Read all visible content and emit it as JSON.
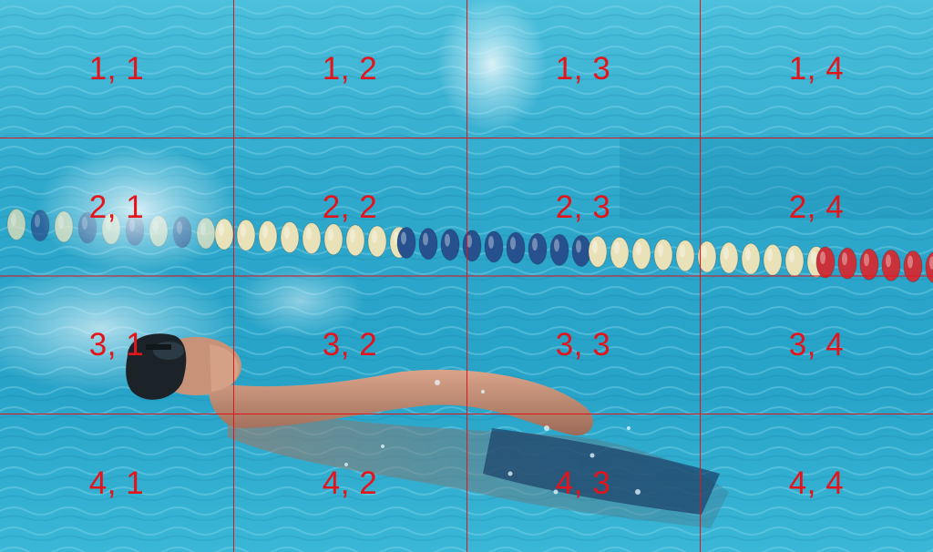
{
  "image": {
    "scene": "swimmer-backstroke-in-pool",
    "colors": {
      "water_light": "#6fd0e6",
      "water_mid": "#2fa9cc",
      "water_deep": "#137fa6",
      "grid_line": "#e0141b",
      "label": "#e4141b",
      "lane_rope_cream": "#e9e2b8",
      "lane_rope_blue": "#27508e",
      "lane_rope_red": "#c9323a",
      "skin": "#c98f76",
      "cap": "#1c2328",
      "suit": "#1b3f66"
    }
  },
  "grid": {
    "rows": 4,
    "cols": 4,
    "cells": [
      {
        "label": "1, 1"
      },
      {
        "label": "1, 2"
      },
      {
        "label": "1, 3"
      },
      {
        "label": "1, 4"
      },
      {
        "label": "2, 1"
      },
      {
        "label": "2, 2"
      },
      {
        "label": "2, 3"
      },
      {
        "label": "2, 4"
      },
      {
        "label": "3, 1"
      },
      {
        "label": "3, 2"
      },
      {
        "label": "3, 3"
      },
      {
        "label": "3, 4"
      },
      {
        "label": "4, 1"
      },
      {
        "label": "4, 2"
      },
      {
        "label": "4, 3"
      },
      {
        "label": "4, 4"
      }
    ]
  }
}
